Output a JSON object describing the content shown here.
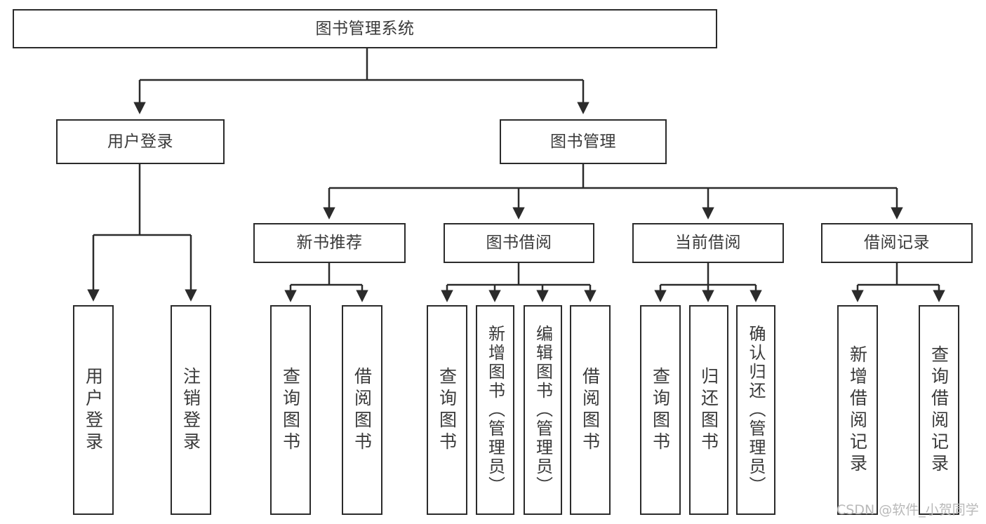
{
  "diagram": {
    "title": "图书管理系统",
    "type": "tree",
    "orientation": "top-down",
    "colors": {
      "background": "#ffffff",
      "node_border": "#2b2b2b",
      "node_fill": "#ffffff",
      "text": "#3a3a3a",
      "edge": "#2b2b2b",
      "watermark": "#b9b9b9"
    },
    "nodes": {
      "root": {
        "label": "图书管理系统"
      },
      "level2": [
        {
          "id": "user-login",
          "label": "用户登录"
        },
        {
          "id": "book-manage",
          "label": "图书管理"
        }
      ],
      "level3": [
        {
          "id": "new-book-rec",
          "label": "新书推荐"
        },
        {
          "id": "book-borrow",
          "label": "图书借阅"
        },
        {
          "id": "current-borrow",
          "label": "当前借阅"
        },
        {
          "id": "borrow-record",
          "label": "借阅记录"
        }
      ],
      "leaves": [
        {
          "id": "leaf-user-login",
          "label": "用户登录",
          "parent": "user-login"
        },
        {
          "id": "leaf-logout",
          "label": "注销登录",
          "parent": "user-login"
        },
        {
          "id": "leaf-query-book-1",
          "label": "查询图书",
          "parent": "new-book-rec"
        },
        {
          "id": "leaf-borrow-book-1",
          "label": "借阅图书",
          "parent": "new-book-rec"
        },
        {
          "id": "leaf-query-book-2",
          "label": "查询图书",
          "parent": "book-borrow"
        },
        {
          "id": "leaf-add-book",
          "label": "新增图书（管理员）",
          "parent": "book-borrow"
        },
        {
          "id": "leaf-edit-book",
          "label": "编辑图书（管理员）",
          "parent": "book-borrow"
        },
        {
          "id": "leaf-borrow-book-2",
          "label": "借阅图书",
          "parent": "book-borrow"
        },
        {
          "id": "leaf-query-book-3",
          "label": "查询图书",
          "parent": "current-borrow"
        },
        {
          "id": "leaf-return-book",
          "label": "归还图书",
          "parent": "current-borrow"
        },
        {
          "id": "leaf-confirm-return",
          "label": "确认归还（管理员）",
          "parent": "current-borrow"
        },
        {
          "id": "leaf-add-record",
          "label": "新增借阅记录",
          "parent": "borrow-record"
        },
        {
          "id": "leaf-query-record",
          "label": "查询借阅记录",
          "parent": "borrow-record"
        }
      ]
    },
    "watermark": "CSDN @软件_小贺同学"
  }
}
